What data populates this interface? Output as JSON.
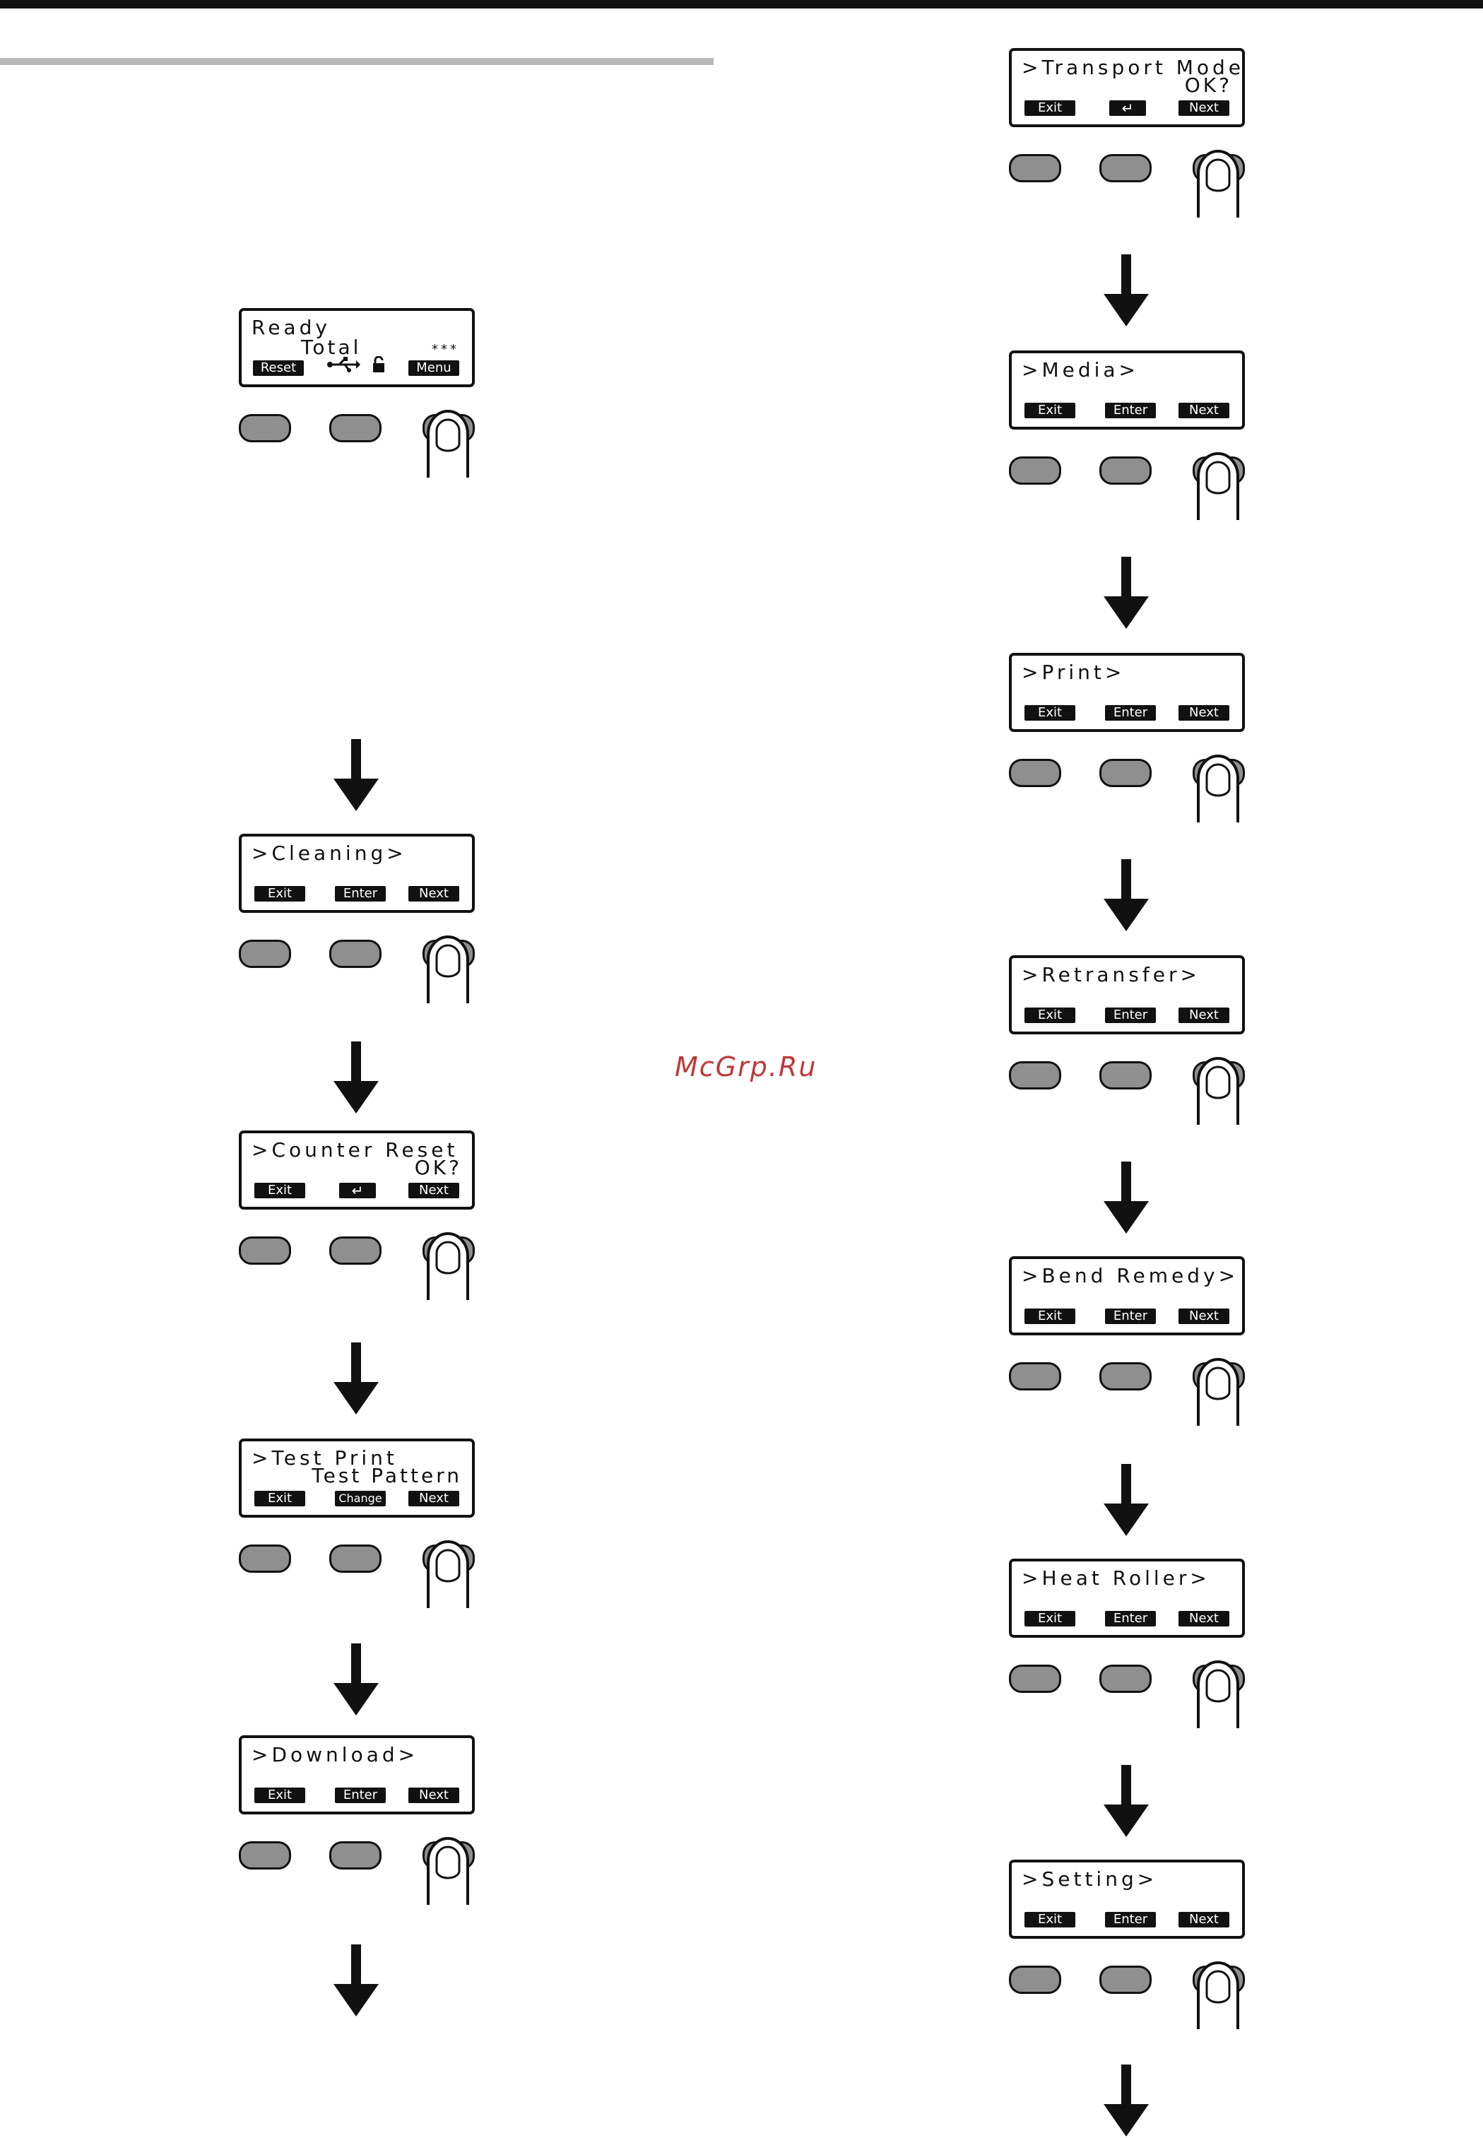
{
  "watermark": "McGrp.Ru",
  "left_column": [
    {
      "line1": "Ready",
      "line2": "Total",
      "status": "***",
      "softkeys": [
        "Reset",
        "",
        "Menu"
      ],
      "icons": "usb-icon lock-icon"
    },
    {
      "line1": ">Cleaning>",
      "line2": "",
      "softkeys": [
        "Exit",
        "Enter",
        "Next"
      ]
    },
    {
      "line1": ">Counter Reset",
      "line2": "OK?",
      "softkeys": [
        "Exit",
        "↵",
        "Next"
      ]
    },
    {
      "line1": ">Test Print",
      "line2": "Test Pattern",
      "softkeys": [
        "Exit",
        "Change",
        "Next"
      ]
    },
    {
      "line1": ">Download>",
      "line2": "",
      "softkeys": [
        "Exit",
        "Enter",
        "Next"
      ]
    }
  ],
  "right_column": [
    {
      "line1": ">Transport Mode",
      "line2": "OK?",
      "softkeys": [
        "Exit",
        "↵",
        "Next"
      ]
    },
    {
      "line1": ">Media>",
      "line2": "",
      "softkeys": [
        "Exit",
        "Enter",
        "Next"
      ]
    },
    {
      "line1": ">Print>",
      "line2": "",
      "softkeys": [
        "Exit",
        "Enter",
        "Next"
      ]
    },
    {
      "line1": ">Retransfer>",
      "line2": "",
      "softkeys": [
        "Exit",
        "Enter",
        "Next"
      ]
    },
    {
      "line1": ">Bend Remedy>",
      "line2": "",
      "softkeys": [
        "Exit",
        "Enter",
        "Next"
      ]
    },
    {
      "line1": ">Heat Roller>",
      "line2": "",
      "softkeys": [
        "Exit",
        "Enter",
        "Next"
      ]
    },
    {
      "line1": ">Setting>",
      "line2": "",
      "softkeys": [
        "Exit",
        "Enter",
        "Next"
      ]
    }
  ]
}
